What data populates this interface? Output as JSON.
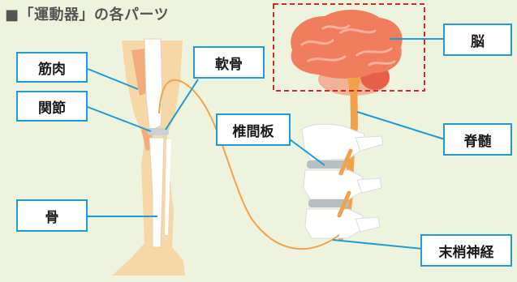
{
  "title": "■「運動器」の各パーツ",
  "labels": {
    "muscle": "筋肉",
    "joint": "関節",
    "cartilage": "軟骨",
    "bone": "骨",
    "brain": "脳",
    "spinal_cord": "脊髄",
    "disc": "椎間板",
    "peripheral_nerve": "末梢神経"
  },
  "colors": {
    "background": "#eef3dd",
    "leader_line": "#1f9bd8",
    "brain": "#f07d5e",
    "nerve": "#f2a24a",
    "muscle": "#f6d7a6",
    "bone": "#ffffff",
    "highlight_box": "#d9252a"
  }
}
